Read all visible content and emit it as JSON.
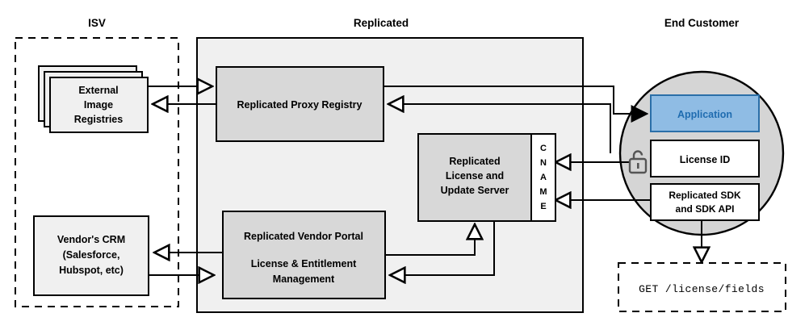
{
  "diagram": {
    "title_isv": "ISV",
    "title_replicated": "Replicated",
    "title_end_customer": "End Customer",
    "colors": {
      "zone_fill": "#f0f0f0",
      "box_fill": "#d8d8d8",
      "card_fill": "#f0f0f0",
      "circle_fill": "#d5d5d5",
      "app_fill": "#8fbce4",
      "app_stroke": "#2b6fa8",
      "app_text": "#1f6cb0",
      "white": "#ffffff",
      "stroke": "#000000"
    },
    "nodes": {
      "external_registries": {
        "lines": [
          "External",
          "Image",
          "Registries"
        ]
      },
      "vendor_crm": {
        "lines": [
          "Vendor's CRM",
          "(Salesforce,",
          "Hubspot, etc)"
        ]
      },
      "proxy_registry": {
        "lines": [
          "Replicated Proxy Registry"
        ]
      },
      "license_server": {
        "lines": [
          "Replicated",
          "License and",
          "Update Server"
        ]
      },
      "cname": {
        "letters": [
          "C",
          "N",
          "A",
          "M",
          "E"
        ],
        "label": "CNAME"
      },
      "vendor_portal": {
        "lines": [
          "Replicated Vendor Portal",
          "",
          "License & Entitlement",
          "Management"
        ]
      },
      "application": {
        "label": "Application"
      },
      "license_id": {
        "label": "License ID"
      },
      "sdk": {
        "lines": [
          "Replicated SDK",
          "and SDK API"
        ]
      },
      "api_call": {
        "label": "GET /license/fields"
      },
      "lock": {
        "name": "unlocked-padlock"
      }
    }
  }
}
